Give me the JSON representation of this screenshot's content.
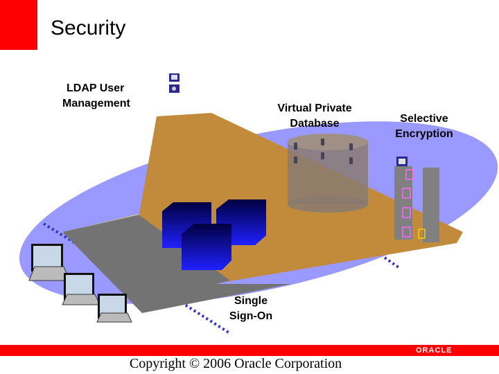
{
  "slide": {
    "title": "Security",
    "copyright": "Copyright © 2006 Oracle Corporation",
    "logo": "ORACLE"
  },
  "labels": {
    "ldap": [
      "LDAP User",
      "Management"
    ],
    "vpd": [
      "Virtual Private",
      "Database"
    ],
    "encryption": [
      "Selective",
      "Encryption"
    ],
    "sso": [
      "Single",
      "Sign-On"
    ]
  },
  "colors": {
    "brand_red": "#ff0000",
    "ellipse": "#9999ff",
    "platform": "#c28b3c",
    "sso_plane": "#737373",
    "cylinder": "#8a7a70",
    "cube": "#1a1acc",
    "dotted_line": "#3333cc",
    "encryption_column": "#808080",
    "encryption_box": "#ff66ff"
  },
  "icons": {
    "ldap": [
      "user-account-icon",
      "user-settings-icon"
    ],
    "encryption": "key-document-icon"
  }
}
